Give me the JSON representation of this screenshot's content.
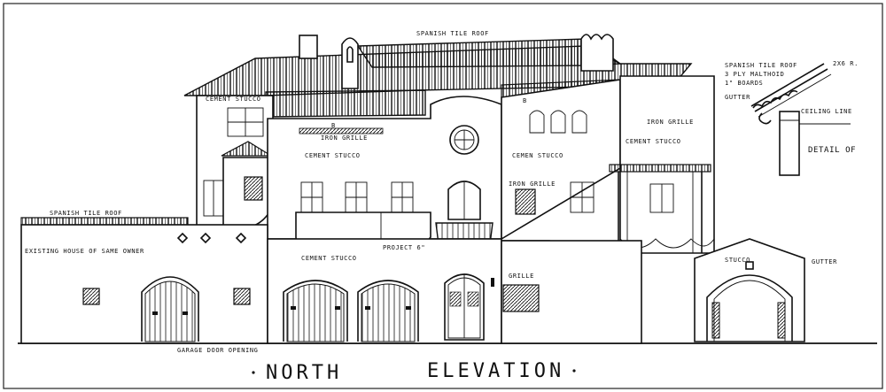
{
  "labels": {
    "spanish_tile_roof_top": "SPANISH TILE ROOF",
    "cement_stucco_left": "CEMENT STUCCO",
    "iron_grille_b": "IRON GRILLE",
    "cement_stucco_center": "CEMENT STUCCO",
    "cemen_stucco_right": "CEMEN STUCCO",
    "iron_grille_right": "IRON GRILLE",
    "cement_stucco_right2": "CEMENT STUCCO",
    "iron_grille_mid": "IRON GRILLE",
    "spanish_tile_roof_left": "SPANISH TILE ROOF",
    "existing_house": "EXISTING HOUSE OF SAME OWNER",
    "cement_stucco_lower": "CEMENT STUCCO",
    "project": "PROJECT 6\"",
    "grille_lower": "GRILLE",
    "stucco_pavilion": "STUCCO",
    "gutter_right": "GUTTER",
    "garage_door": "GARAGE DOOR OPENING",
    "detail_roof": "SPANISH TILE ROOF",
    "detail_asphalt": "3 PLY MALTHOID",
    "detail_boards": "1\" BOARDS",
    "detail_gutter": "GUTTER",
    "detail_ceiling": "CEILING LINE",
    "detail_rafter": "2X6 R.",
    "detail_of": "DETAIL OF",
    "marker_b1": "B",
    "marker_b2": "B"
  },
  "title": {
    "part1": "NORTH",
    "part2": "ELEVATION"
  }
}
